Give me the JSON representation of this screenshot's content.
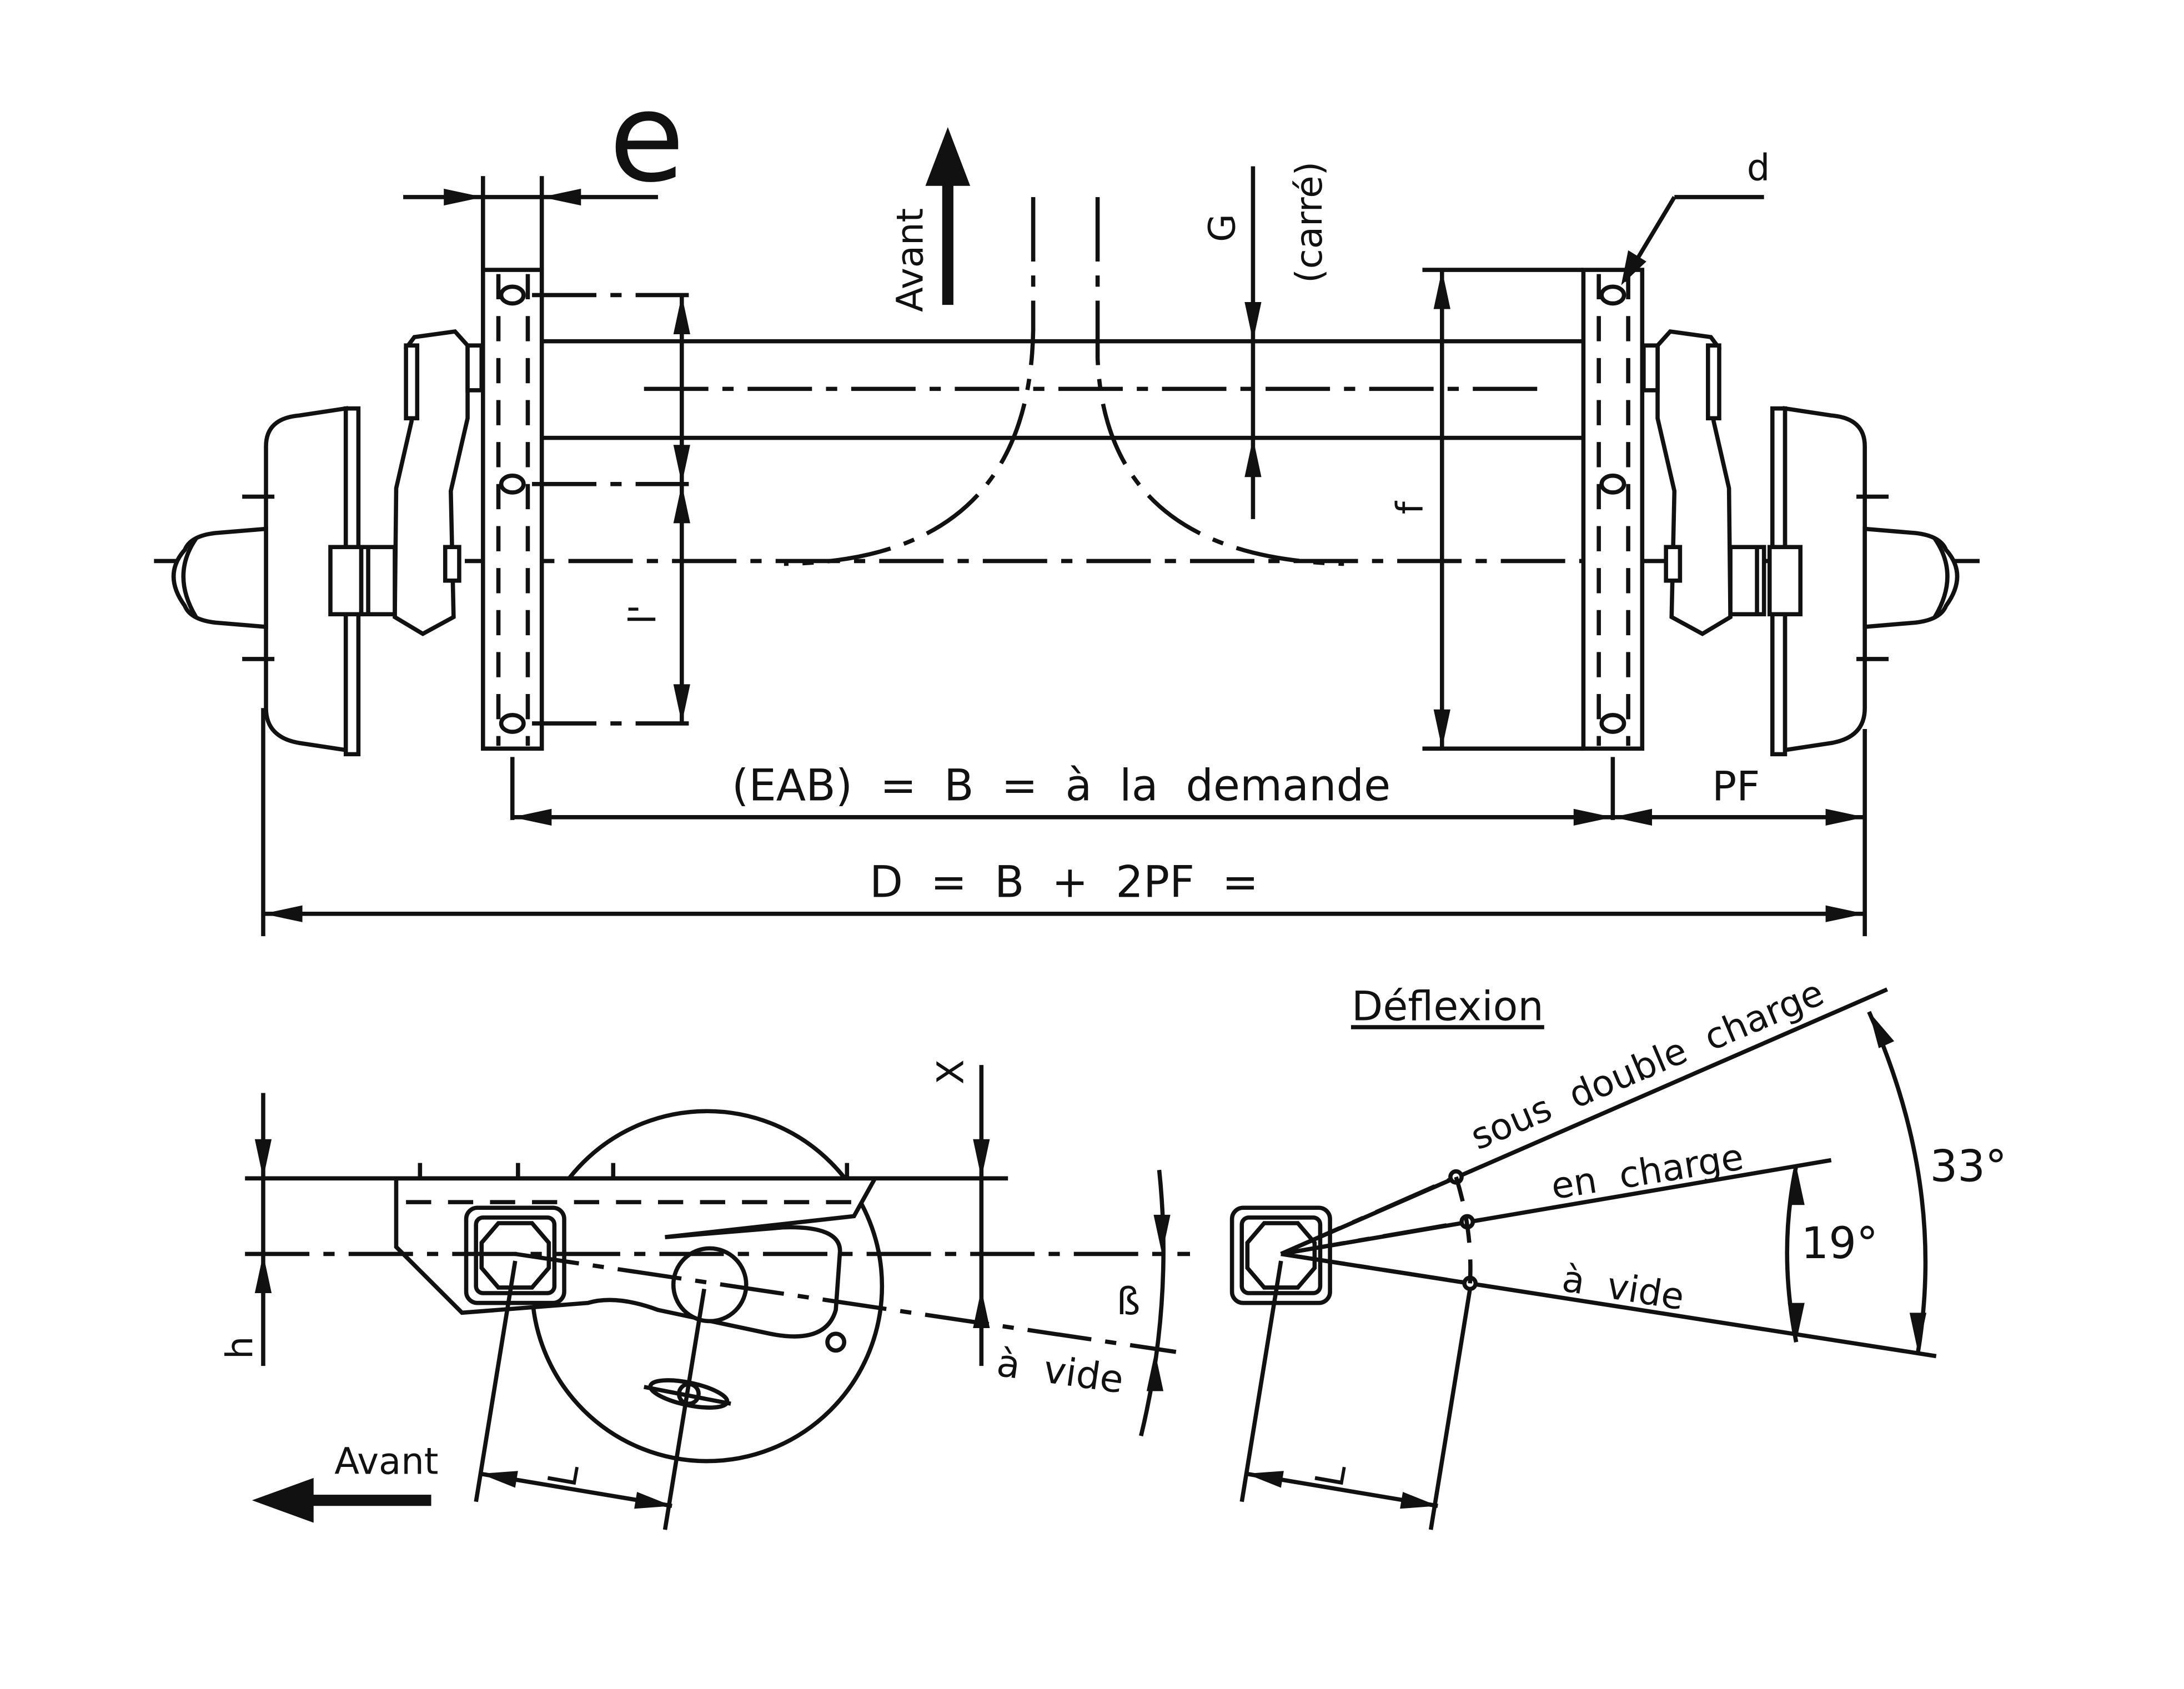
{
  "labels": {
    "e": "e",
    "d": "d",
    "avant_top": "Avant",
    "g": "G",
    "carre": "(carré)",
    "f": "f",
    "l_prime": "l'",
    "eab": "(EAB)  =  B  =  à  la  demande",
    "pf": "PF",
    "d_total": "D  =  B  +  2PF  =",
    "deflexion": "Déflexion",
    "x": "X",
    "h": "h",
    "beta": "ß",
    "a_vide_left": "à  vide",
    "avant_bottom": "Avant",
    "l_left": "L",
    "l_right": "L",
    "sous_double_charge": "sous  double  charge",
    "en_charge": "en  charge",
    "a_vide_right": "à  vide",
    "angle_19": "19°",
    "angle_33": "33°"
  },
  "colors": {
    "ink": "#111111",
    "paper": "#ffffff"
  },
  "icons": {
    "direction_arrows": "arrow-up-icon, arrow-left-icon"
  }
}
